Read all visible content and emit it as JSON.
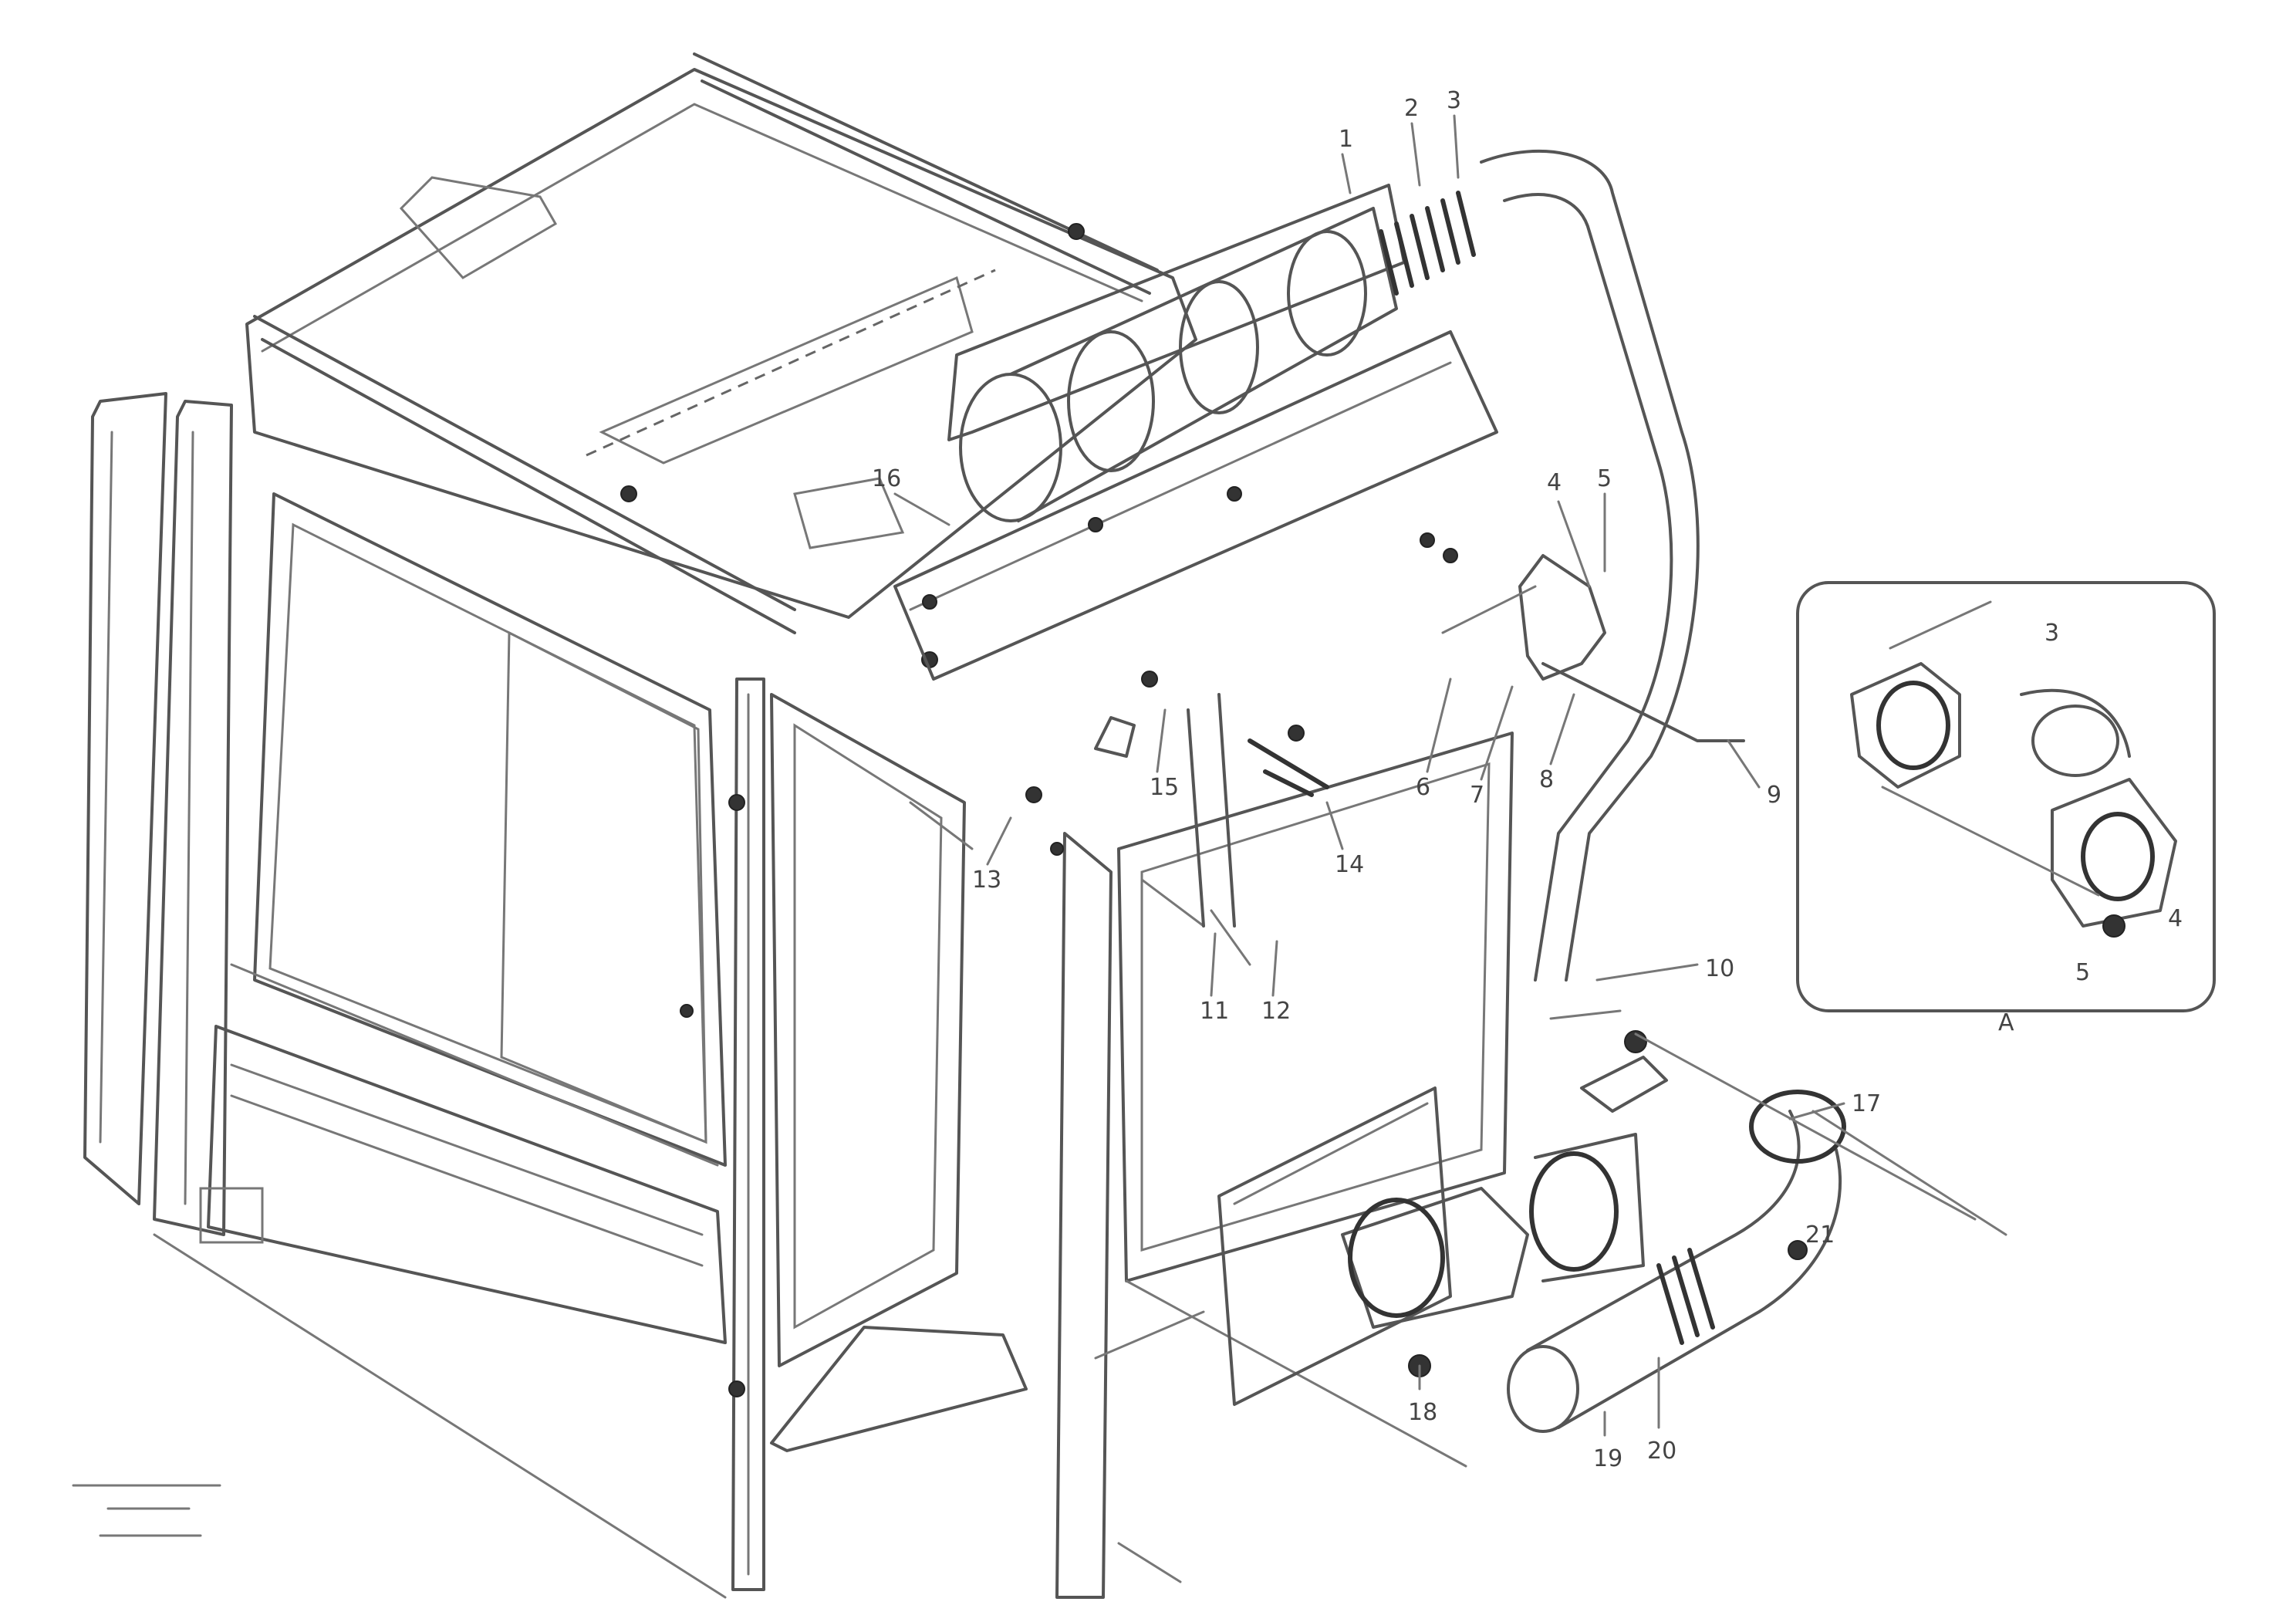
{
  "diagram": {
    "callouts": [
      {
        "id": "c1",
        "text": "1"
      },
      {
        "id": "c2",
        "text": "2"
      },
      {
        "id": "c3",
        "text": "3"
      },
      {
        "id": "c4",
        "text": "4"
      },
      {
        "id": "c5",
        "text": "5"
      },
      {
        "id": "c6",
        "text": "6"
      },
      {
        "id": "c7",
        "text": "7"
      },
      {
        "id": "c8",
        "text": "8"
      },
      {
        "id": "c9",
        "text": "9"
      },
      {
        "id": "c10",
        "text": "10"
      },
      {
        "id": "c11",
        "text": "11"
      },
      {
        "id": "c12",
        "text": "12"
      },
      {
        "id": "c13",
        "text": "13"
      },
      {
        "id": "c14",
        "text": "14"
      },
      {
        "id": "c15",
        "text": "15"
      },
      {
        "id": "c16",
        "text": "16"
      },
      {
        "id": "c17",
        "text": "17"
      },
      {
        "id": "c18",
        "text": "18"
      },
      {
        "id": "c19",
        "text": "19"
      },
      {
        "id": "c20",
        "text": "20"
      },
      {
        "id": "c21",
        "text": "21"
      }
    ],
    "detail_label": "A",
    "detail_callouts": [
      {
        "id": "d1",
        "text": "3"
      },
      {
        "id": "d2",
        "text": "4"
      },
      {
        "id": "d3",
        "text": "5"
      }
    ],
    "reference_block": [
      "",
      "",
      ""
    ]
  }
}
